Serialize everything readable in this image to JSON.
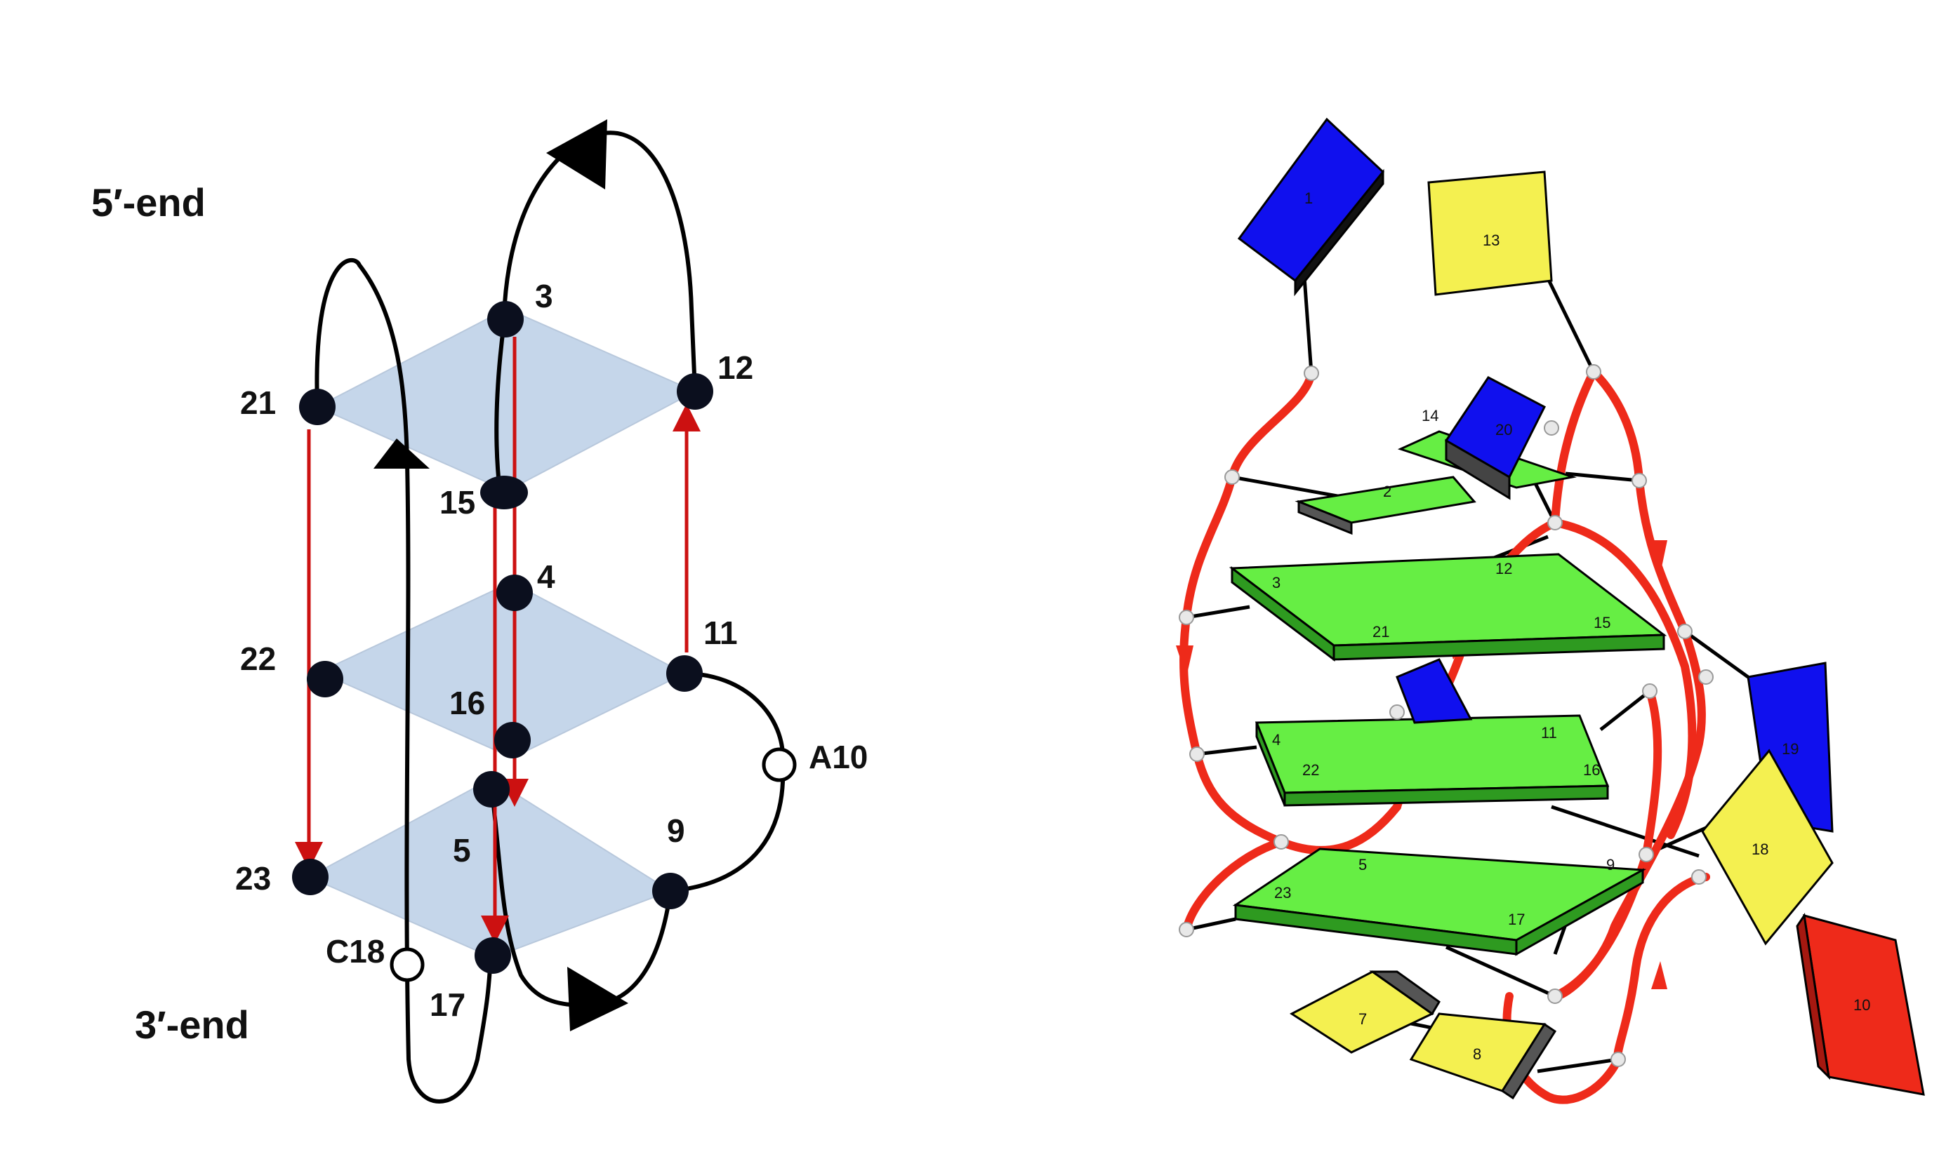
{
  "left_panel": {
    "end_labels": {
      "five_prime": "5′-end",
      "three_prime": "3′-end"
    },
    "nucleotide_labels": {
      "n3": "3",
      "n4": "4",
      "n5": "5",
      "n9": "9",
      "n11": "11",
      "n12": "12",
      "n15": "15",
      "n16": "16",
      "n17": "17",
      "n21": "21",
      "n22": "22",
      "n23": "23",
      "a10": "A10",
      "c18": "C18"
    },
    "colors": {
      "tetrad_plane": "#c5d6ea",
      "strand_arrow": "#cc1111",
      "backbone": "#000000"
    }
  },
  "right_panel": {
    "base_labels": {
      "b1": "1",
      "b13": "13",
      "b14": "14",
      "b20": "20",
      "b2": "2",
      "b3": "3",
      "b12": "12",
      "b21": "21",
      "b15": "15",
      "b4": "4",
      "b22": "22",
      "b11": "11",
      "b16": "16",
      "b19": "19",
      "b5": "5",
      "b23": "23",
      "b17": "17",
      "b9": "9",
      "b18": "18",
      "b7": "7",
      "b8": "8",
      "b10": "10"
    },
    "colors": {
      "guanine": "#66ee44",
      "blue_base": "#1010ee",
      "yellow_base": "#f4f050",
      "red_base": "#ee2a1a",
      "backbone": "#ee2a1a"
    }
  }
}
